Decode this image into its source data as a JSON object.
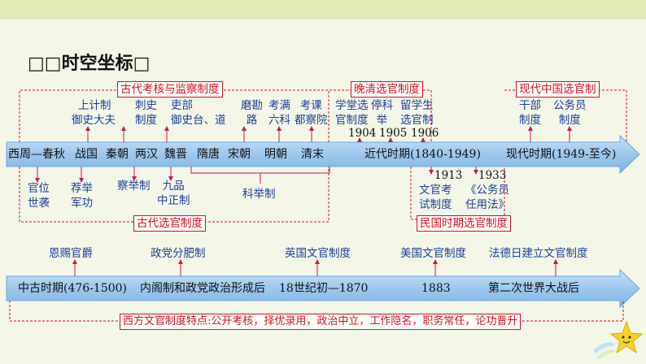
{
  "title": "□□时空坐标□",
  "timeline1": {
    "axis_labels": [
      "西周—春秋",
      "战国",
      "秦朝",
      "两汉",
      "魏晋",
      "隋唐",
      "宋朝",
      "明朝",
      "清末",
      "近代时期(1840-1949)",
      "现代时期(1949-至今)"
    ],
    "top_box_ancient": "古代考核与监察制度",
    "top_box_late_qing": "晚清选官制度",
    "top_box_modern": "现代中国选官制",
    "bottom_box_ancient": "古代选官制度",
    "bottom_box_republic": "民国时期选官制度",
    "above": {
      "shangji": [
        "上计制",
        "御史大夫"
      ],
      "cishi": [
        "刺史",
        "制度"
      ],
      "libu": [
        "吏部",
        "御史台、道"
      ],
      "mokan": [
        "磨勘",
        "路"
      ],
      "kaoman": [
        "考满",
        "六科"
      ],
      "kaoke": [
        "考课",
        "都察院"
      ],
      "xuetang": [
        "学堂选",
        "官制度"
      ],
      "tingke": [
        "停科",
        "举"
      ],
      "liuxuesheng": [
        "留学生",
        "选官制"
      ],
      "years": [
        "1904",
        "1905",
        "1906"
      ],
      "ganbu": [
        "干部",
        "制度"
      ],
      "gongwuyuan": [
        "公务员",
        "制度"
      ]
    },
    "below": {
      "guanwei": [
        "官位",
        "世袭"
      ],
      "jianju": [
        "荐举",
        "军功"
      ],
      "chaju": "察举制",
      "jiupin": [
        "九品",
        "中正制"
      ],
      "keju": "科举制",
      "years": [
        "1913",
        "1933"
      ],
      "wenguan": [
        "文官考",
        "试制度"
      ],
      "gwyrenyong": [
        "《公务员",
        "任用法》"
      ]
    }
  },
  "timeline2": {
    "above": [
      "恩赐官爵",
      "政党分肥制",
      "英国文官制度",
      "美国文官制度",
      "法德日建立文官制度"
    ],
    "axis_labels": [
      "中古时期(476-1500)",
      "内阁制和政党政治形成后",
      "18世纪初—1870",
      "1883",
      "第二次世界大战后"
    ],
    "bottom_box": "西方文官制度特点:公开考核，择优录用，政治中立，工作隐名，职务常任，论功晋升"
  },
  "colors": {
    "background": "#f4f6e8",
    "arrow_fill": "#9cc8ec",
    "arrow_edge": "#6ea8dc",
    "label_blue": "#1a3f99",
    "accent_red": "#d4101e",
    "axis_text": "#111111"
  }
}
